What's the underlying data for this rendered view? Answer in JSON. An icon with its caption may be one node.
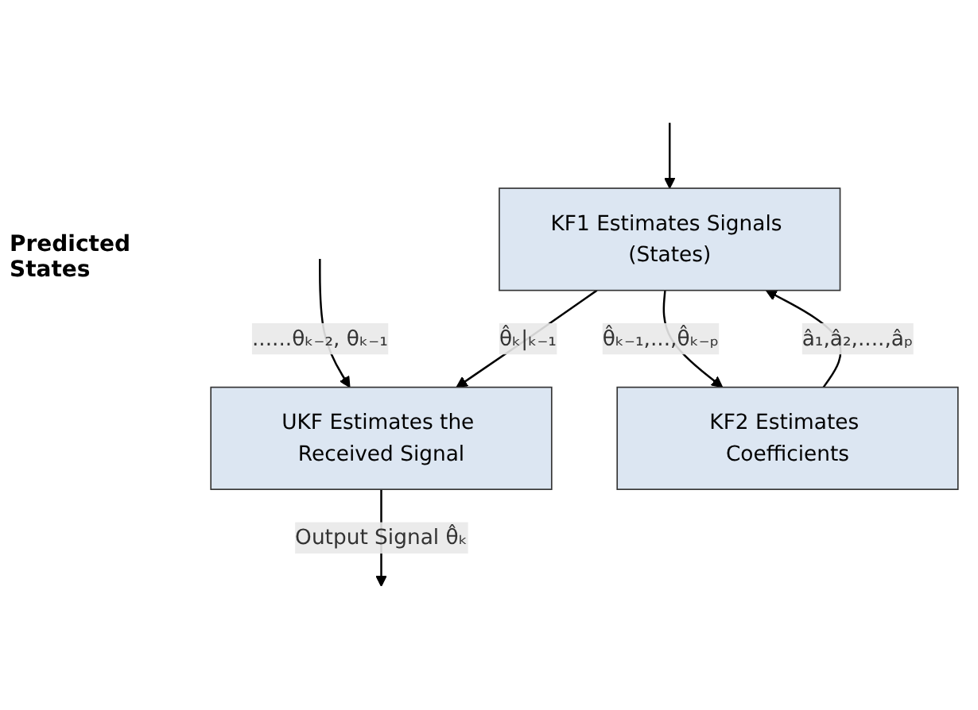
{
  "diagram": {
    "nodes": [
      {
        "text": [
          "UKF Estimates the Received Signal"
        ]
      },
      {
        "text": [
          "KF1 Estimates Signals (States)"
        ]
      },
      {
        "text": [
          "KF2 Estimates Coefficients"
        ]
      }
    ],
    "edges": [
      {
        "from": null,
        "to": 0,
        "arrow": "to",
        "label": "......θₖ₋₂, θₖ₋₁"
      },
      {
        "from": null,
        "to": 1,
        "arrow": "to"
      },
      {
        "from": 0,
        "to": null,
        "arrow": "to",
        "label": "Output Signal θ̂ₖ"
      },
      {
        "from": 1,
        "to": 0,
        "arrow": "to",
        "label": "θ̂ₖ|ₖ₋₁"
      },
      {
        "from": 1,
        "to": 2,
        "arrow": "to",
        "label": "θ̂ₖ₋₁,...,θ̂ₖ₋ₚ"
      },
      {
        "from": 2,
        "to": 1,
        "arrow": "to",
        "label": "â₁,â₂,....,âₚ"
      }
    ],
    "labels": [
      "Predicted States"
    ]
  }
}
